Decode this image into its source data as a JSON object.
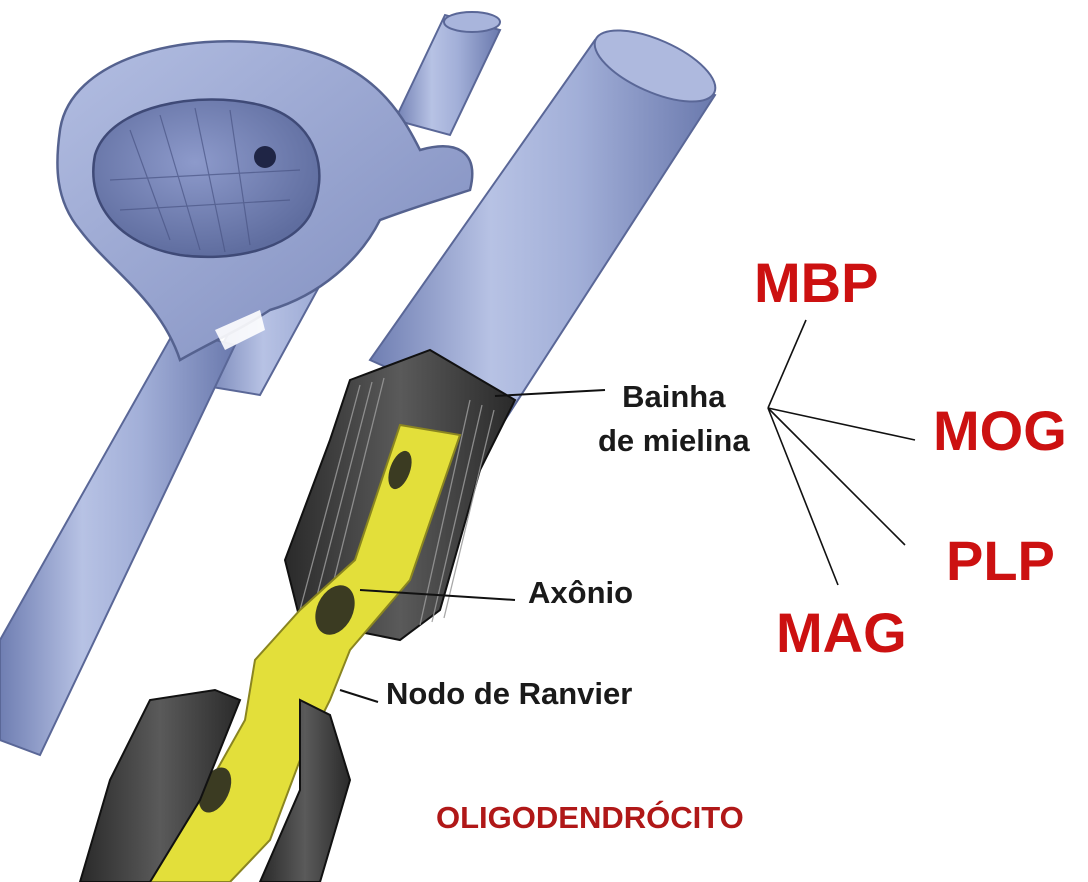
{
  "labels": {
    "bainha_line1": "Bainha",
    "bainha_line2": "de mielina",
    "axonio": "Axônio",
    "nodo": "Nodo de Ranvier",
    "cell": "OLIGODENDRÓCITO"
  },
  "proteins": {
    "mbp": "MBP",
    "mog": "MOG",
    "plp": "PLP",
    "mag": "MAG"
  },
  "colors": {
    "protein_text": "#cc1111",
    "cell_title": "#b01818",
    "cell_body": "#9aa7cf",
    "myelin": "#3a3a3a",
    "axon": "#e3df3a"
  }
}
